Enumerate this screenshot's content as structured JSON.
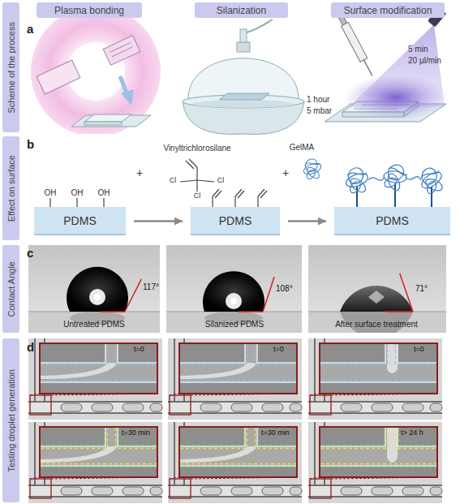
{
  "diagram": {
    "nodes": [
      {
        "text": [
          "Plasma bonding"
        ]
      },
      {
        "text": [
          "Silanization"
        ]
      },
      {
        "text": [
          "Surface modification"
        ]
      },
      {
        "text": [
          "Scheme of the process"
        ]
      },
      {
        "text": [
          "Effect on surface"
        ]
      },
      {
        "text": [
          "PDMS"
        ]
      },
      {
        "text": [
          "PDMS"
        ]
      },
      {
        "text": [
          "PDMS"
        ]
      },
      {
        "text": [
          "Contact Angle"
        ]
      },
      {
        "text": [
          "Testing droplet generation"
        ]
      }
    ],
    "edges": [
      {
        "from": 5,
        "to": 6,
        "arrow": "to"
      },
      {
        "from": 6,
        "to": 7,
        "arrow": "to"
      }
    ],
    "labels": [
      "a",
      "1 hour",
      "5 mbar",
      "5 min",
      "20 µl/min",
      "b",
      "OH",
      "OH",
      "OH",
      "Vinyltrichlorosilane",
      "Cl",
      "Cl",
      "Cl",
      "+",
      "GelMA",
      "+",
      "c",
      "117°",
      "108°",
      "71°",
      "Untreated PDMS",
      "Silanized PDMS",
      "After surface treatment",
      "d",
      "t=0",
      "t=0",
      "t=0",
      "t=30 min",
      "t=30 min",
      "t> 24 h"
    ]
  }
}
